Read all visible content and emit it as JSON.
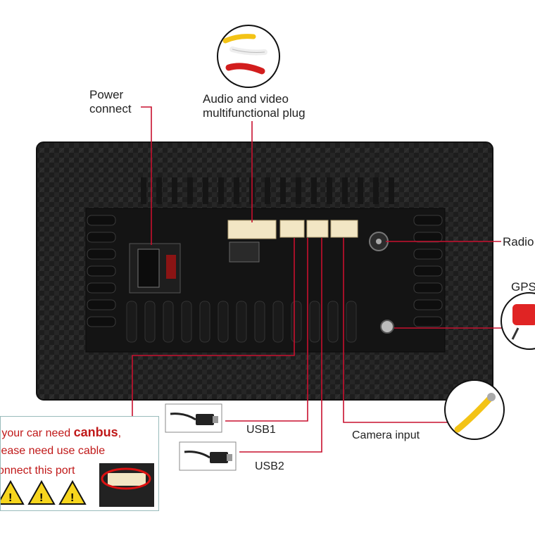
{
  "labels": {
    "power": "Power\nconnect",
    "audio": "Audio and video\nmultifunctional plug",
    "radio": "Radio",
    "gps": "GPS",
    "usb1": "USB1",
    "usb2": "USB2",
    "camera": "Camera input"
  },
  "canbus_note": {
    "line1_prefix": "If your car need ",
    "line1_bold": "canbus",
    "line1_suffix": ",",
    "line2": "please need use cable",
    "line3": "connect this port"
  },
  "colors": {
    "callout_line": "#c8102e",
    "note_text": "#c01818",
    "unit_body": "#1c1c1c",
    "connector": "#f2e6c4",
    "warning": "#f7d51d"
  }
}
